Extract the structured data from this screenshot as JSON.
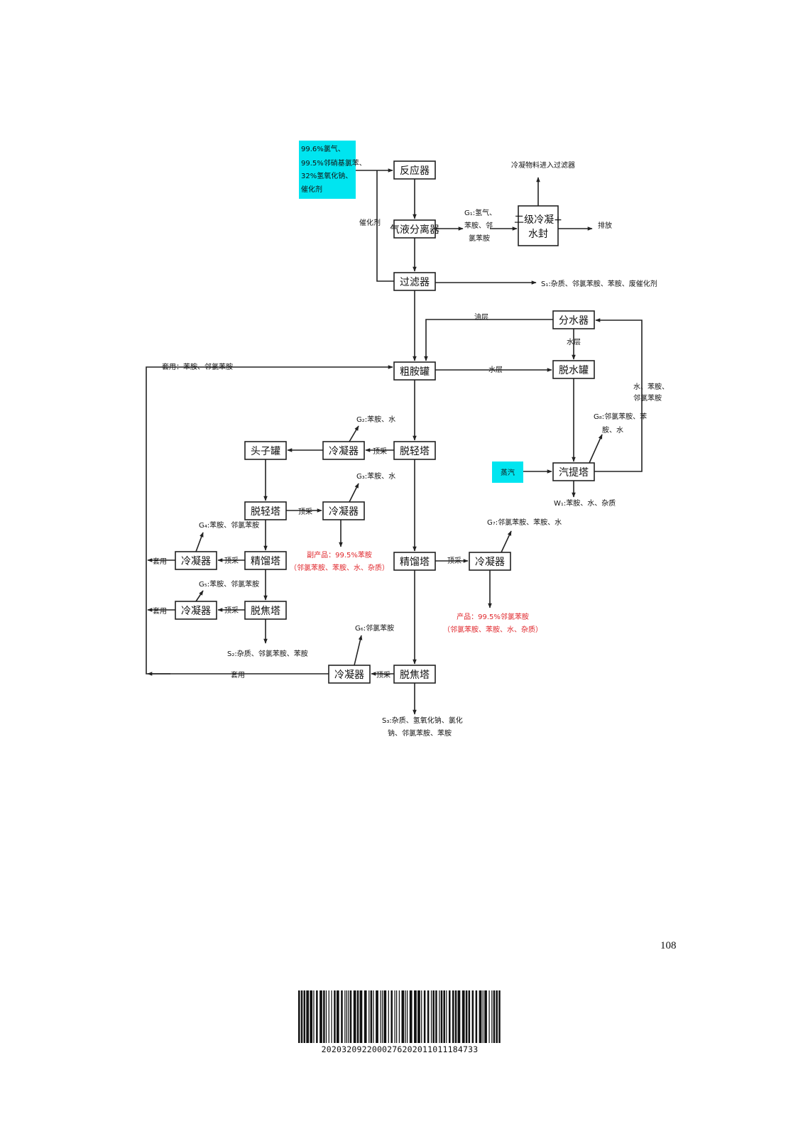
{
  "feed_inputs": [
    "99.6%氯气、",
    "99.5%邻硝基氯苯、",
    "32%氢氧化钠、",
    "催化剂"
  ],
  "steam_label": "蒸汽",
  "catalyst_label": "催化剂",
  "units": {
    "reactor": "反应器",
    "gas_liquid_separator": "气液分离器",
    "filter": "过滤器",
    "crude_amine_tank": "粗胺罐",
    "water_separator": "分水器",
    "dewatering_tank": "脱水罐",
    "steam_stripper": "汽提塔",
    "light_removal_tower": "脱轻塔",
    "head_tank": "头子罐",
    "light_removal_tower_2": "脱轻塔",
    "rectification_tower_left": "精馏塔",
    "tar_removal_tower_left": "脱焦塔",
    "rectification_tower_main": "精馏塔",
    "tar_removal_tower_main": "脱焦塔",
    "condenser": "冷凝器",
    "secondary_condenser_line1": "二级冷凝+",
    "secondary_condenser_line2": "水封"
  },
  "labels": {
    "cond_material_to_filter": "冷凝物料进入过滤器",
    "discharge": "排放",
    "g1": [
      "G₁:氢气、",
      "苯胺、邻",
      "氯苯胺"
    ],
    "s1": "S₁:杂质、邻氯苯胺、苯胺、废催化剂",
    "oil_layer": "油层",
    "water_layer": "水层",
    "water_layer_2": "水层",
    "reuse_top": "套用：苯胺、邻氯苯胺",
    "side_recycle": [
      "水、苯胺、",
      "邻氯苯胺"
    ],
    "g2": "G₂:苯胺、水",
    "g3": "G₃:苯胺、水",
    "g4": "G₄:苯胺、邻氯苯胺",
    "g5": "G₅:苯胺、邻氯苯胺",
    "g6": "G₆:邻氯苯胺",
    "g7": "G₇:邻氯苯胺、苯胺、水",
    "g8": [
      "G₈:邻氯苯胺、苯",
      "胺、水"
    ],
    "w1": "W₁:苯胺、水、杂质",
    "top_draw": "顶采",
    "reuse": "套用",
    "byproduct": [
      "副产品：99.5%苯胺",
      "（邻氯苯胺、苯胺、水、杂质）"
    ],
    "product": [
      "产品：99.5%邻氯苯胺",
      "（邻氯苯胺、苯胺、水、杂质）"
    ],
    "s2": "S₂:杂质、邻氯苯胺、苯胺",
    "s3": [
      "S₃:杂质、氢氧化钠、氯化",
      "钠、邻氯苯胺、苯胺"
    ]
  },
  "colors": {
    "feed_fill": "#00e5f0",
    "highlight_text": "#e0262b"
  },
  "page_number": "108",
  "barcode": "2020320922000276202011011184733"
}
